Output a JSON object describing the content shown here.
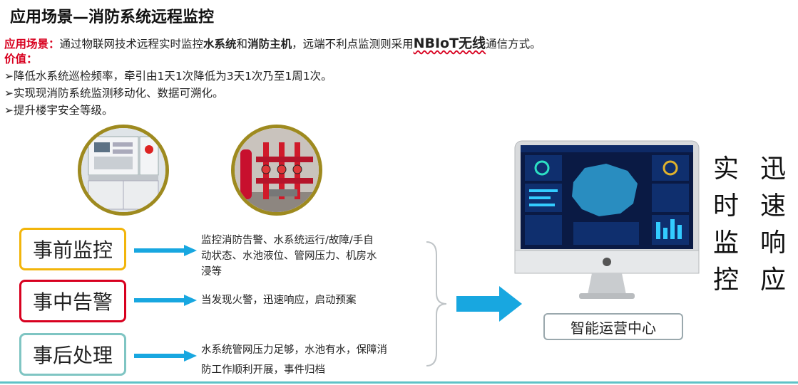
{
  "title": "应用场景—消防系统远程监控",
  "intro": {
    "label": "应用场景：",
    "t1": "通过物联网技术远程实时监控",
    "b1": "水系统",
    "t2": "和",
    "b2": "消防主机",
    "t3": "，远端不利点监测则采用",
    "b3": "NBIoT无线",
    "t4": "通信方式。"
  },
  "value_label": "价值：",
  "values": [
    "➢降低水系统巡检频率，牵引由1天1次降低为3天1次乃至1周1次。",
    "➢实现现消防系统监测移动化、数据可溯化。",
    "➢提升楼宇安全等级。"
  ],
  "phases": [
    {
      "label": "事前监控",
      "desc": [
        "监控消防告警、水系统运行/故障/手自",
        "动状态、水池液位、管网压力、机房水",
        "浸等"
      ]
    },
    {
      "label": "事中告警",
      "desc": [
        "当发现火警，迅速响应，启动预案"
      ]
    },
    {
      "label": "事后处理",
      "desc": [
        "水系统管网压力足够，水池有水，保障消",
        "防工作顺利开展，事件归档"
      ]
    }
  ],
  "center_label": "智能运营中心",
  "slogan1": [
    "实",
    "时",
    "监",
    "控"
  ],
  "slogan2": [
    "迅",
    "速",
    "响",
    "应"
  ],
  "colors": {
    "accent_red": "#d8001f",
    "arrow_blue": "#18a7e0",
    "gold": "#9e8a1f"
  }
}
